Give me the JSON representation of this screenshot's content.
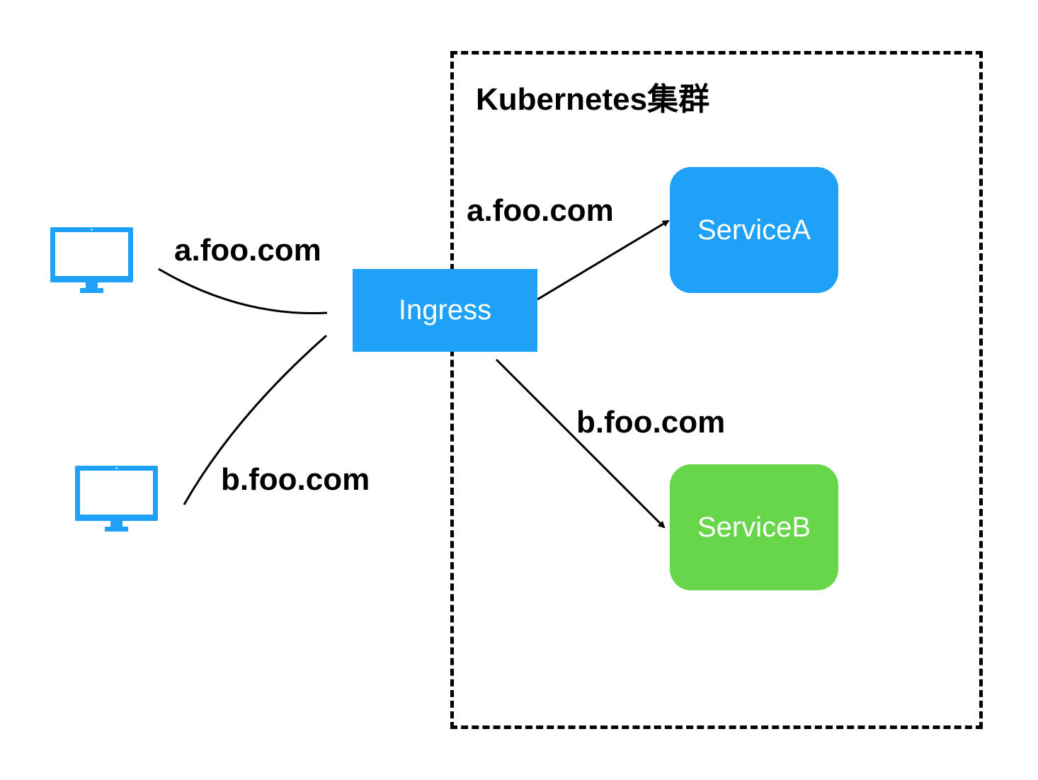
{
  "cluster": {
    "title": "Kubernetes集群"
  },
  "nodes": {
    "ingress": {
      "label": "Ingress",
      "color": "#1ea1f7"
    },
    "service_a": {
      "label": "ServiceA",
      "color": "#1ea1f7"
    },
    "service_b": {
      "label": "ServiceB",
      "color": "#67d64a"
    }
  },
  "clients": {
    "color": "#1ea1f7",
    "items": [
      {
        "icon": "monitor-icon"
      },
      {
        "icon": "monitor-icon"
      }
    ]
  },
  "edges": {
    "client_a_to_ingress": "a.foo.com",
    "client_b_to_ingress": "b.foo.com",
    "ingress_to_service_a": "a.foo.com",
    "ingress_to_service_b": "b.foo.com"
  }
}
